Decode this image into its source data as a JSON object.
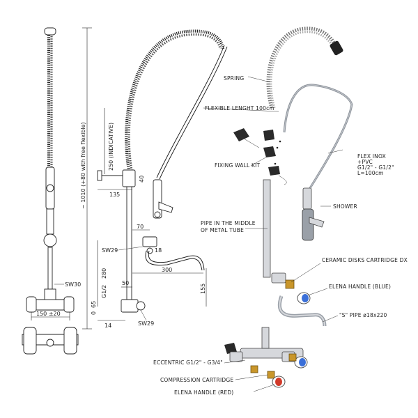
{
  "dimensions": {
    "total_height": "~ 1010 (+80 with free flexible)",
    "indicative": "250 (INDICATIVE)",
    "d135": "135",
    "d40": "40",
    "d70": "70",
    "d18": "18",
    "d300": "300",
    "d280": "280",
    "d50": "50",
    "d155": "155",
    "d65": "65",
    "d0": "0",
    "g12": "G1/2",
    "d14": "14",
    "d150": "150 ±20"
  },
  "codes": {
    "sw29_top": "SW29",
    "sw29_bottom": "SW29",
    "sw30": "SW30"
  },
  "labels": {
    "spring": "SPRING",
    "flexible": "FLEXIBLE LENGHT 100cm",
    "fixing_wall_kit": "FIXING WALL KIT",
    "flex_inox_1": "FLEX INOX",
    "flex_inox_2": "+PVC",
    "flex_inox_3": "G1/2\" - G1/2\"",
    "flex_inox_4": "L=100cm",
    "shower": "SHOWER",
    "pipe_middle_1": "PIPE IN THE MIDDLE",
    "pipe_middle_2": "OF METAL TUBE",
    "ceramic": "CERAMIC DISKS CARTRIDGE DX",
    "elena_blue": "ELENA HANDLE (BLUE)",
    "s_pipe": "\"S\" PIPE ø18x220",
    "eccentric": "ECCENTRIC G1/2\" - G3/4\"",
    "compression": "COMPRESSION CARTRIDGE",
    "elena_red": "ELENA HANDLE (RED)"
  },
  "colors": {
    "handle_blue": "#3a6fd8",
    "handle_red": "#d23a2a",
    "brass": "#c9962a",
    "metal": "#a7adb5"
  }
}
